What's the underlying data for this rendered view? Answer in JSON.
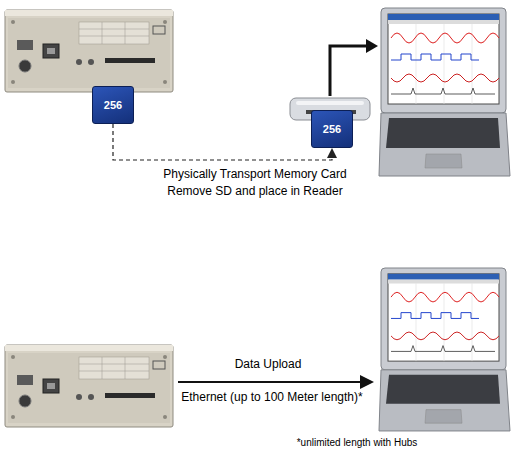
{
  "diagram": {
    "nodes": [
      {
        "text": [
          "256"
        ]
      },
      {
        "text": [
          "256"
        ]
      }
    ],
    "edges": [
      {
        "from": 0,
        "to": 1,
        "arrow": "to"
      }
    ],
    "labels": [
      "Physically Transport Memory Card Remove SD and place in Reader",
      "Data Upload",
      "Ethernet (up to 100 Meter length)*",
      "*unlimited length with Hubs"
    ]
  }
}
